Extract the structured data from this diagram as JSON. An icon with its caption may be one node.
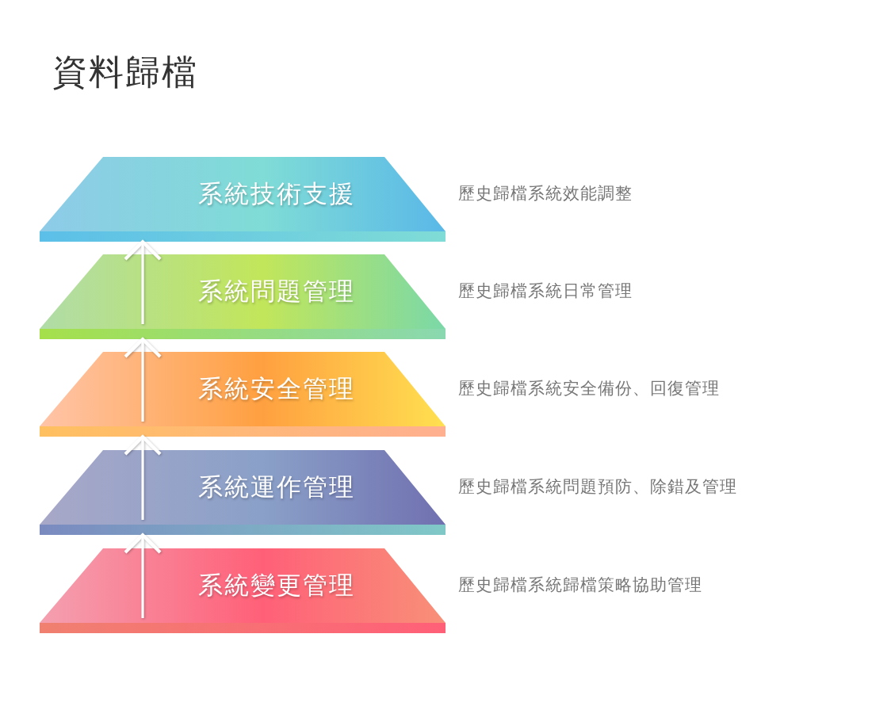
{
  "diagram": {
    "title": "資料歸檔",
    "nodes": [
      {
        "text": [
          "系統技術支援"
        ],
        "beside": [
          "歷史歸檔系統效能調整"
        ]
      },
      {
        "text": [
          "系統問題管理"
        ],
        "beside": [
          "歷史歸檔系統日常管理"
        ]
      },
      {
        "text": [
          "系統安全管理"
        ],
        "beside": [
          "歷史歸檔系統安全備份、回復管理"
        ]
      },
      {
        "text": [
          "系統運作管理"
        ],
        "beside": [
          "歷史歸檔系統問題預防、除錯及管理"
        ]
      },
      {
        "text": [
          "系統變更管理"
        ],
        "beside": [
          "歷史歸檔系統歸檔策略協助管理"
        ]
      }
    ],
    "edges": [
      {
        "from": 4,
        "to": 3,
        "arrow": "to"
      },
      {
        "from": 3,
        "to": 2,
        "arrow": "to"
      },
      {
        "from": 2,
        "to": 1,
        "arrow": "to"
      },
      {
        "from": 1,
        "to": 0,
        "arrow": "to"
      }
    ]
  }
}
